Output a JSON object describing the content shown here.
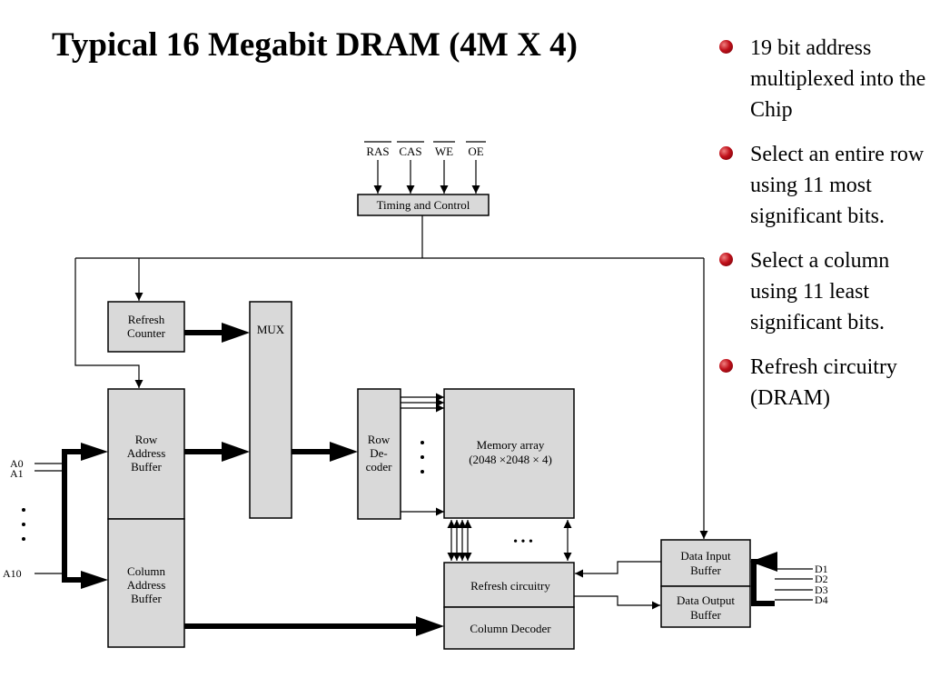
{
  "title": "Typical 16 Megabit DRAM (4M X 4)",
  "bullets": [
    "19 bit address multiplexed into the Chip",
    "Select an entire row using 11 most significant bits.",
    "Select a column using 11 least significant bits.",
    "Refresh circuitry (DRAM)"
  ],
  "diagram": {
    "control_signals": [
      "RAS",
      "CAS",
      "WE",
      "OE"
    ],
    "timing_control": "Timing and Control",
    "refresh_counter": [
      "Refresh",
      "Counter"
    ],
    "mux": "MUX",
    "row_address_buffer": [
      "Row",
      "Address",
      "Buffer"
    ],
    "column_address_buffer": [
      "Column",
      "Address",
      "Buffer"
    ],
    "row_decoder": [
      "Row",
      "De-",
      "coder"
    ],
    "memory_array": [
      "Memory array",
      "(2048 ×2048 × 4)"
    ],
    "refresh_circuitry": "Refresh circuitry",
    "column_decoder": "Column Decoder",
    "data_input_buffer": [
      "Data Input",
      "Buffer"
    ],
    "data_output_buffer": [
      "Data Output",
      "Buffer"
    ],
    "address_pins": [
      "A0",
      "A1",
      "A10"
    ],
    "data_pins": [
      "D1",
      "D2",
      "D3",
      "D4"
    ],
    "ellipsis": "• • •"
  }
}
